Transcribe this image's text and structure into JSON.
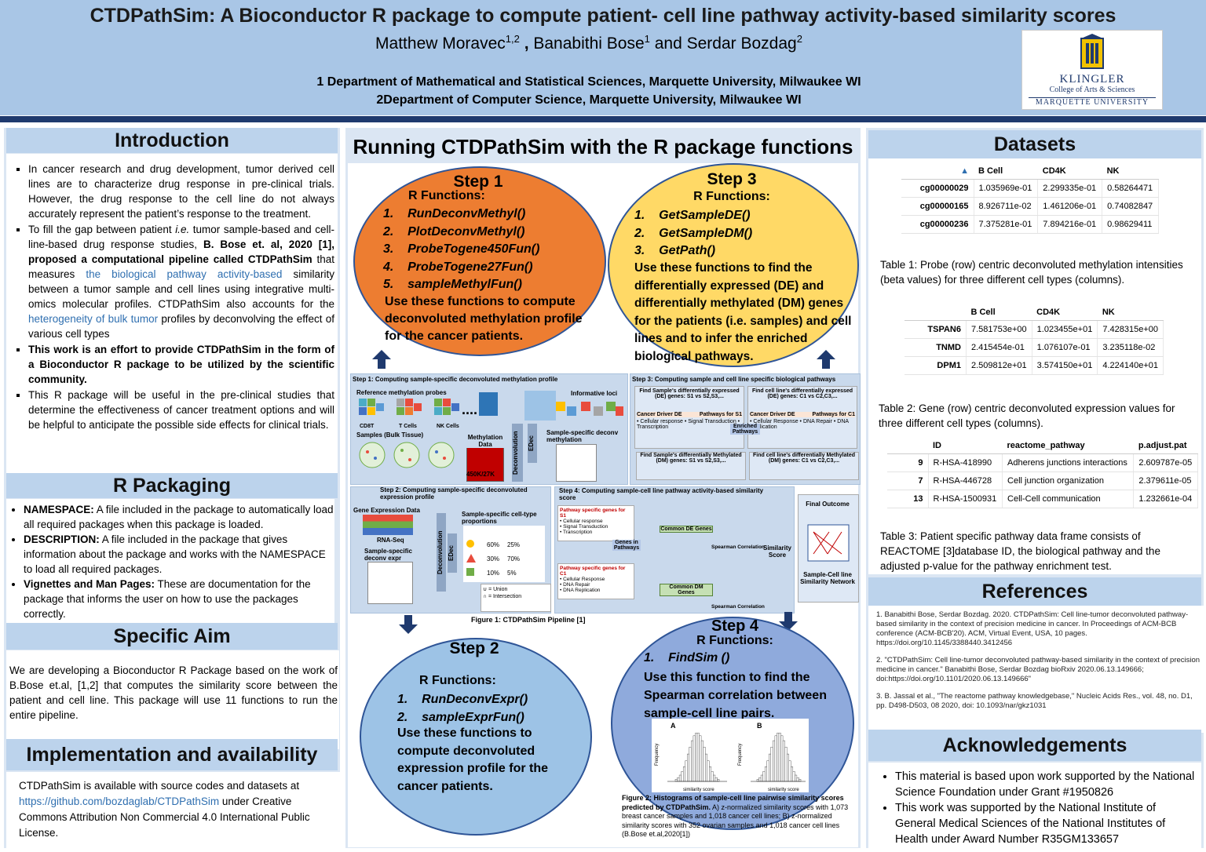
{
  "header": {
    "title": "CTDPathSim: A Bioconductor R package to compute patient- cell line pathway activity-based similarity scores",
    "authors": {
      "a1": "Matthew Moravec",
      "a1_sup": "1,2",
      "sep1": " , ",
      "a2": "Banabithi Bose",
      "a2_sup": "1",
      "and": " and ",
      "a3": "Serdar Bozdag",
      "a3_sup": "2"
    },
    "affiliation1": "1 Department of Mathematical and Statistical Sciences, Marquette University, Milwaukee WI",
    "affiliation2": "2Department of Computer Science, Marquette University, Milwaukee WI",
    "logo": {
      "line1": "KLINGLER",
      "line2": "College of Arts & Sciences",
      "line3": "MARQUETTE UNIVERSITY",
      "icon": "university-tower-icon"
    }
  },
  "introduction": {
    "heading": "Introduction",
    "b1": "In cancer research and drug development, tumor derived cell lines are to characterize drug response in pre-clinical trials. However, the drug response to the cell line do not always accurately represent the patient’s response to the treatment.",
    "b2_a": "To fill the gap between patient ",
    "b2_ie": "i.e.",
    "b2_b": " tumor sample-based and cell-line-based drug response studies, ",
    "b2_bold": "B. Bose et. al, 2020 [1], proposed a computational pipeline called CTDPathSim",
    "b2_c": " that measures ",
    "b2_link1": "the biological pathway activity-based",
    "b2_d": " similarity between a tumor sample and cell lines using integrative multi-omics molecular profiles. CTDPathSim also accounts for the ",
    "b2_link2": "heterogeneity of bulk tumor",
    "b2_e": " profiles by deconvolving the effect of various cell types",
    "b3": "This work is an effort to provide CTDPathSim in the form of a Bioconductor R package to be utilized by the scientific community.",
    "b4": "This R package will be useful in the pre-clinical studies that determine the effectiveness of cancer treatment options and will be helpful to anticipate the possible side effects for clinical trials."
  },
  "packaging": {
    "heading": "R Packaging",
    "items": [
      {
        "term": "NAMESPACE:",
        "text": " A file included in the package to automatically load all required packages when this package is loaded."
      },
      {
        "term": "DESCRIPTION:",
        "text": " A file included in the package that gives information about the package and works with the NAMESPACE to load all required packages."
      },
      {
        "term": "Vignettes and Man Pages:",
        "text": " These are documentation for the package that informs the user on how to use the packages correctly."
      }
    ]
  },
  "aim": {
    "heading": "Specific Aim",
    "text": "We are developing a Bioconductor R Package based on the work of B.Bose et.al, [1,2] that computes the similarity score between the patient and cell line. This package will use 11 functions to run the entire pipeline."
  },
  "implementation": {
    "heading": "Implementation and availability",
    "t1": "CTDPathSim is available with source codes and datasets at ",
    "link": "https://github.com/bozdaglab/CTDPathSim",
    "t2": " under Creative Commons Attribution Non Commercial 4.0 International Public License."
  },
  "middle": {
    "heading": "Running CTDPathSim with the R package functions",
    "step1": {
      "title": "Step 1",
      "sub": "R Functions:",
      "fns": [
        "RunDeconvMethyl()",
        "PlotDeconvMethyl()",
        "ProbeTogene450Fun()",
        "ProbeTogene27Fun()",
        "sampleMethylFun()"
      ],
      "desc": "Use these functions  to compute deconvoluted methylation profile for the cancer patients."
    },
    "step3": {
      "title": "Step 3",
      "sub": "R Functions:",
      "fns": [
        "GetSampleDE()",
        "GetSampleDM()",
        "GetPath()"
      ],
      "desc": "Use these functions to find the differentially expressed (DE) and differentially methylated (DM) genes for the patients (i.e. samples) and cell lines and to infer the enriched biological pathways."
    },
    "step2": {
      "title": "Step 2",
      "sub": "R Functions:",
      "fns": [
        "RunDeconvExpr()",
        "sampleExprFun()"
      ],
      "desc": "Use these functions  to compute deconvoluted expression profile for the cancer patients."
    },
    "step4": {
      "title": "Step 4",
      "sub": "R Functions:",
      "fns": [
        "FindSim ()"
      ],
      "desc": "Use this function to find the Spearman correlation between sample-cell line pairs."
    },
    "figure1": {
      "caption": "Figure 1: CTDPathSim Pipeline [1]",
      "s1": "Step 1: Computing sample-specific deconvoluted methylation profile",
      "s2": "Step 2: Computing sample-specific deconvoluted expression profile",
      "s3": "Step 3: Computing sample and cell line specific biological pathways",
      "s4": "Step 4: Computing sample-cell line pathway activity-based similarity score",
      "refprobes": "Reference methylation probes",
      "cd8t": "CD8T",
      "tcells": "T Cells",
      "nkcells": "NK Cells",
      "samples": "Samples (Bulk Tissue)",
      "methdata": "Methylation Data",
      "dims": "450K/27K",
      "informative": "Informative loci",
      "deconv": "Deconvolution",
      "edec": "EDec",
      "ssdm": "Sample-specific deconv methylation",
      "gene_expr": "Gene Expression Data",
      "rnaseq": "RNA-Seq",
      "ss_prop": "Sample-specific cell-type proportions",
      "ss_expr": "Sample-specific deconv expr",
      "props": [
        [
          "60%",
          "25%"
        ],
        [
          "30%",
          "70%"
        ],
        [
          "10%",
          "5%"
        ]
      ],
      "legend_union": "∪ = Union",
      "legend_inter": "∩ = Intersection",
      "final": "Final Outcome",
      "network": "Sample-Cell line Similarity Network",
      "simscore": "Similarity Score",
      "spearman": "Spearman Correlation",
      "common_de": "Common DE Genes",
      "common_dm": "Common DM Genes",
      "genes_in_pw": "Genes in Pathways",
      "find_de_s": "Find Sample's differentially expressed (DE) genes: S1 vs S2,S3,...",
      "find_de_c": "Find cell line's differentially expressed (DE) genes: C1 vs C2,C3,...",
      "find_dm_s": "Find Sample's differentially Methylated (DM) genes: S1 vs S2,S3,...",
      "find_dm_c": "Find cell line's differentially Methylated (DM) genes: C1 vs C2,C3,...",
      "enriched": "Enriched Pathways",
      "cancer_driver_de": "Cancer Driver DE",
      "pathways_for_s": "Pathways for S1",
      "pathways_for_c": "Pathways for C1",
      "pw_s_head": "Pathway specific genes for S1",
      "pw_c_head": "Pathway specific genes for C1",
      "pw_items_s": [
        "Cellular response",
        "Signal Transduction",
        "Transcription"
      ],
      "pw_items_c": [
        "Cellular Response",
        "DNA Repair",
        "DNA Replication"
      ]
    },
    "figure2": {
      "panel_a": "A",
      "panel_b": "B",
      "ylabel": "Frequency",
      "xlabel": "similarity score",
      "caption_bold": "Figure 2:  Histograms of sample-cell line pairwise similarity scores predicted by CTDPathSim.",
      "caption": " A) z-normalized similarity scores with 1,073 breast cancer samples and 1,018  cancer cell lines; B) z-normalized similarity scores with 352 ovarian samples and 1,018  cancer cell lines (B.Bose et.al,2020[1])"
    }
  },
  "datasets": {
    "heading": "Datasets",
    "table1": {
      "cols": [
        "B Cell",
        "CD4K",
        "NK"
      ],
      "rows": [
        [
          "cg00000029",
          "1.035969e-01",
          "2.299335e-01",
          "0.58264471"
        ],
        [
          "cg00000165",
          "8.926711e-02",
          "1.461206e-01",
          "0.74082847"
        ],
        [
          "cg00000236",
          "7.375281e-01",
          "7.894216e-01",
          "0.98629411"
        ]
      ],
      "caption": "Table 1: Probe (row)  centric deconvoluted methylation intensities (beta values) for three different cell types (columns)."
    },
    "table2": {
      "cols": [
        "B Cell",
        "CD4K",
        "NK"
      ],
      "rows": [
        [
          "TSPAN6",
          "7.581753e+00",
          "1.023455e+01",
          "7.428315e+00"
        ],
        [
          "TNMD",
          "2.415454e-01",
          "1.076107e-01",
          "3.235118e-02"
        ],
        [
          "DPM1",
          "2.509812e+01",
          "3.574150e+01",
          "4.224140e+01"
        ]
      ],
      "caption": "Table 2: Gene (row)  centric deconvoluted expression values for three  different cell types (columns)."
    },
    "table3": {
      "cols": [
        "ID",
        "reactome_pathway",
        "p.adjust.pat"
      ],
      "rows": [
        [
          "9",
          "R-HSA-418990",
          "Adherens junctions interactions",
          "2.609787e-05"
        ],
        [
          "7",
          "R-HSA-446728",
          "Cell junction organization",
          "2.379611e-05"
        ],
        [
          "13",
          "R-HSA-1500931",
          "Cell-Cell communication",
          "1.232661e-04"
        ]
      ],
      "caption": "Table 3: Patient specific  pathway data frame consists of REACTOME [3]database ID, the biological pathway and the adjusted p-value for the pathway enrichment  test."
    }
  },
  "references": {
    "heading": "References",
    "r1": "1. Banabithi Bose, Serdar Bozdag. 2020. CTDPathSim: Cell line-tumor deconvoluted pathway-based similarity in the context of precision medicine in cancer. In Proceedings of ACM-BCB conference (ACM-BCB'20). ACM, Virtual Event, USA, 10 pages. https://doi.org/10.1145/3388440.3412456",
    "r2": "2. \"CTDPathSim: Cell line-tumor deconvoluted pathway-based similarity in the context of precision medicine in cancer.\" Banabithi Bose, Serdar Bozdag bioRxiv 2020.06.13.149666; doi:https://doi.org/10.1101/2020.06.13.149666\"",
    "r3": "3. B. Jassal et al., \"The reactome pathway knowledgebase,\" Nucleic Acids Res., vol. 48, no. D1, pp. D498-D503, 08 2020, doi: 10.1093/nar/gkz1031"
  },
  "acknowledgements": {
    "heading": "Acknowledgements",
    "items": [
      "This material is based upon work supported by the National Science Foundation under Grant #1950826",
      "This work was supported by the National Institute of General Medical Sciences of the National Institutes of Health under Award Number R35GM133657"
    ]
  },
  "colors": {
    "header_bg": "#a9c6e6",
    "step1": "#ed7d31",
    "step3": "#ffd966",
    "step2": "#9dc3e6",
    "step4": "#8faadc",
    "arrow": "#1f3a6e"
  }
}
